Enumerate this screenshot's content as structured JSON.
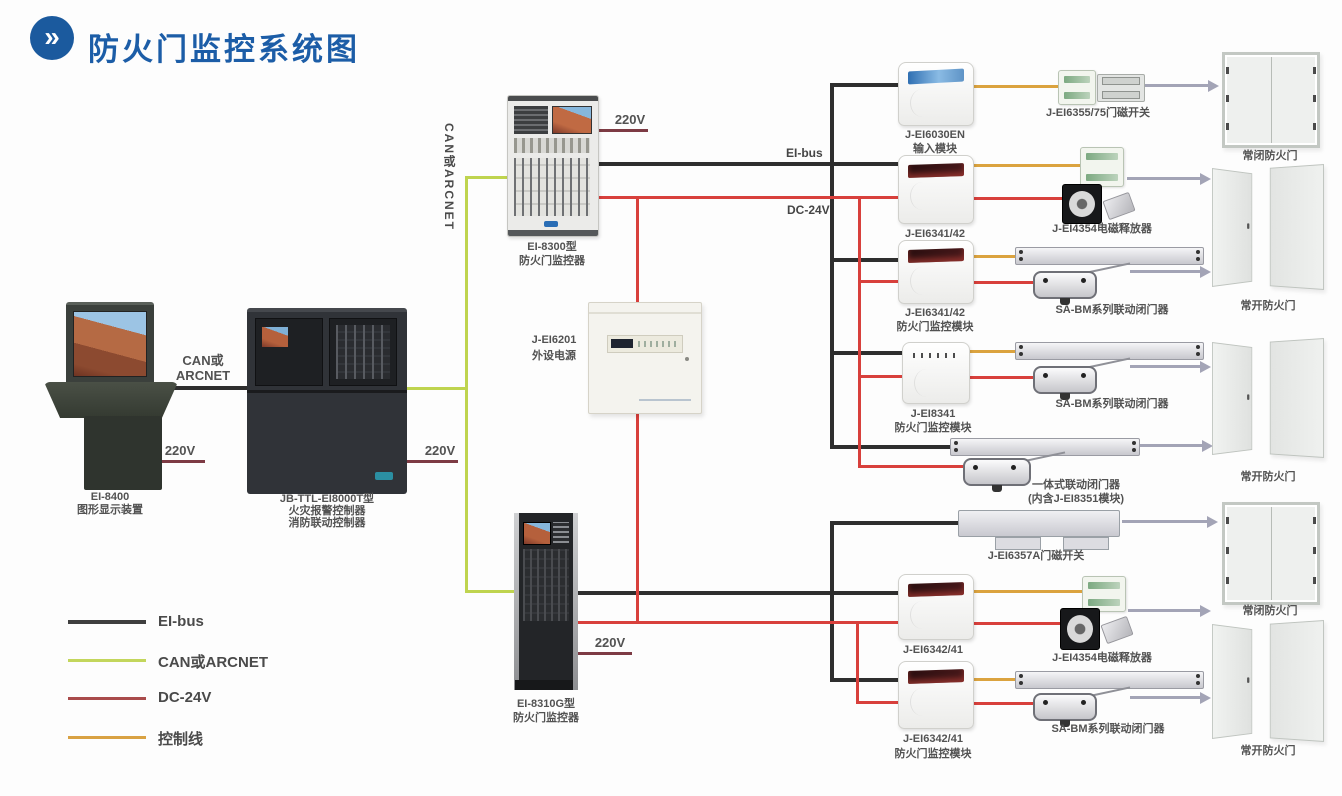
{
  "title": {
    "text": "防火门监控系统图",
    "badge_glyph": "»"
  },
  "legend": [
    {
      "label": "EI-bus",
      "color": "#3f3f3f"
    },
    {
      "label": "CAN或ARCNET",
      "color": "#c3d65c"
    },
    {
      "label": "DC-24V",
      "color": "#a94b4b"
    },
    {
      "label": "控制线",
      "color": "#d9a243"
    }
  ],
  "wire_labels": {
    "v220": "220V",
    "can_line1": "CAN或",
    "can_line2": "ARCNET",
    "can_vertical": "CAN或ARCNET",
    "ei_bus": "EI-bus",
    "dc_24v": "DC-24V"
  },
  "devices": {
    "graphic_display": {
      "model": "EI-8400",
      "name": "图形显示装置"
    },
    "fire_alarm_controller": {
      "model": "JB-TTL-EI8000T型",
      "name1": "火灾报警控制器",
      "name2": "消防联动控制器"
    },
    "door_monitor_8300": {
      "model": "EI-8300型",
      "name": "防火门监控器"
    },
    "peripheral_power": {
      "model": "J-EI6201",
      "name": "外设电源"
    },
    "door_monitor_8310": {
      "model": "EI-8310G型",
      "name": "防火门监控器"
    },
    "input_module": {
      "model": "J-EI6030EN",
      "name": "输入模块"
    },
    "module_6341": {
      "model": "J-EI6341/42"
    },
    "monitor_module_6341": {
      "model": "J-EI6341/42",
      "name": "防火门监控模块"
    },
    "monitor_module_8341": {
      "model": "J-EI8341",
      "name": "防火门监控模块"
    },
    "module_6342": {
      "model": "J-EI6342/41"
    },
    "monitor_module_6342": {
      "model": "J-EI6342/41",
      "name": "防火门监控模块"
    },
    "door_switch_6355": {
      "name": "J-EI6355/75门磁开关"
    },
    "magnetic_release_top": {
      "name": "J-EI4354电磁释放器"
    },
    "closer_sabm_1": {
      "name": "SA-BM系列联动闭门器"
    },
    "closer_sabm_2": {
      "name": "SA-BM系列联动闭门器"
    },
    "closer_integrated": {
      "name": "一体式联动闭门器",
      "note": "(内含J-EI8351模块)"
    },
    "door_switch_6357": {
      "name": "J-EI6357A门磁开关"
    },
    "magnetic_release_bottom": {
      "name": "J-EI4354电磁释放器"
    },
    "closer_sabm_3": {
      "name": "SA-BM系列联动闭门器"
    }
  },
  "doors": [
    {
      "label": "常闭防火门",
      "state": "closed"
    },
    {
      "label": "常开防火门",
      "state": "open"
    },
    {
      "label": "常开防火门",
      "state": "open"
    },
    {
      "label": "常闭防火门",
      "state": "closed"
    },
    {
      "label": "常开防火门",
      "state": "open"
    }
  ]
}
